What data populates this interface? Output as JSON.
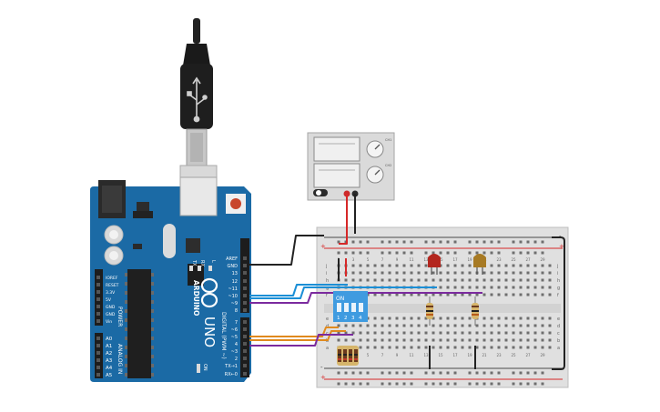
{
  "arduino": {
    "brand": "ARDUINO",
    "model": "UNO",
    "on_label": "ON",
    "tx_label": "TX",
    "rx_label": "RX",
    "l_label": "L",
    "digital_section_label": "DIGITAL (PWM ~)",
    "power_section_label": "POWER",
    "analog_section_label": "ANALOG IN",
    "digital_pins": [
      "AREF",
      "GND",
      "13",
      "12",
      "~11",
      "~10",
      "~9",
      "8",
      "7",
      "~6",
      "~5",
      "4",
      "~3",
      "2",
      "TX→1",
      "RX←0"
    ],
    "power_pins": [
      "IOREF",
      "RESET",
      "3.3V",
      "5V",
      "GND",
      "GND",
      "Vin"
    ],
    "analog_pins": [
      "A0",
      "A1",
      "A2",
      "A3",
      "A4",
      "A5"
    ]
  },
  "dip_switch": {
    "on_label": "ON",
    "numbers": [
      "1",
      "2",
      "3",
      "4"
    ]
  },
  "breadboard": {
    "top_row_letters": [
      "j",
      "i",
      "h",
      "g",
      "f"
    ],
    "bottom_row_letters": [
      "e",
      "d",
      "c",
      "b",
      "a"
    ],
    "col_numbers": [
      "1",
      "3",
      "5",
      "7",
      "9",
      "11",
      "13",
      "15",
      "17",
      "19",
      "21",
      "23",
      "25",
      "27",
      "29"
    ],
    "plus_label": "+",
    "minus_label": "-"
  },
  "power_supply": {
    "knob_labels": [
      "CH1",
      "CH2"
    ]
  },
  "colors": {
    "board_blue": "#1b6aa5",
    "wire_blue": "#1b8fd6",
    "wire_purple": "#7b2a9e",
    "wire_orange": "#e08a1e",
    "wire_black": "#222222",
    "wire_red": "#d62828",
    "led_red": "#b3261e",
    "led_yellow": "#a77a24"
  }
}
